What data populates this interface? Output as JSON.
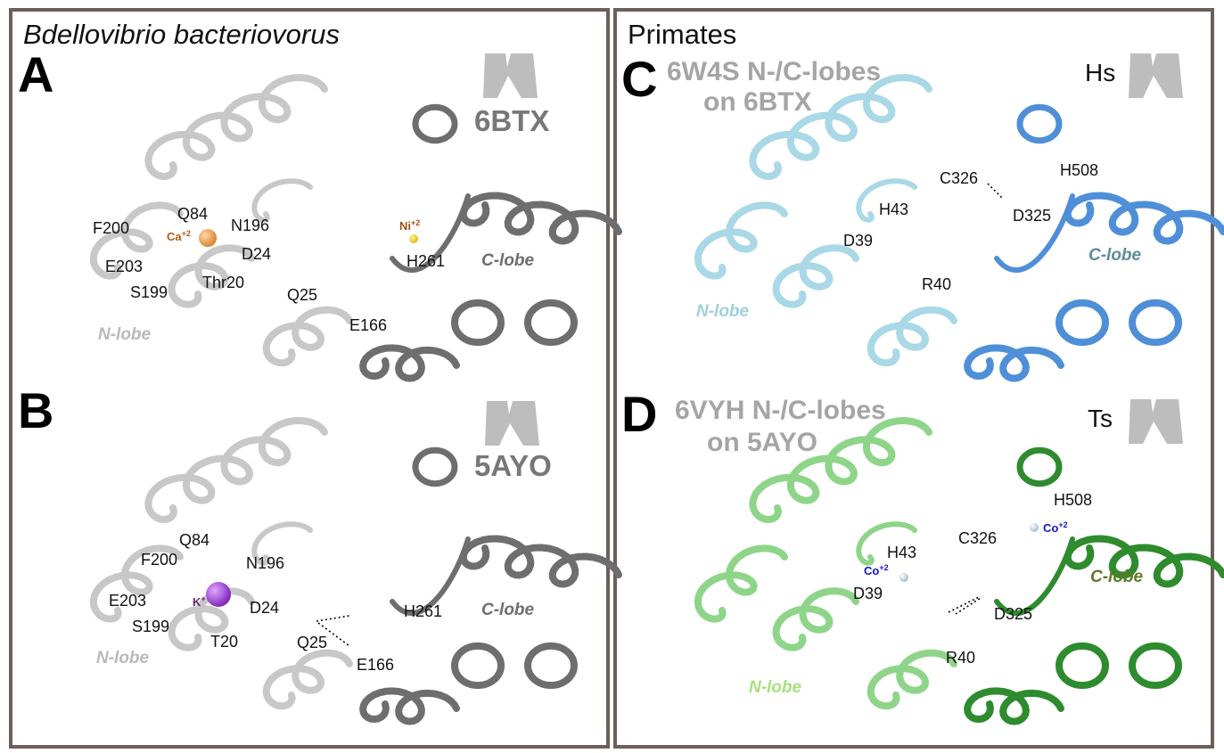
{
  "groups": {
    "left_title": "Bdellovibrio bacteriovorus",
    "right_title": "Primates"
  },
  "panels": {
    "A": {
      "letter": "A",
      "pdb": "6BTX",
      "residues": [
        "F200",
        "Q84",
        "N196",
        "E203",
        "D24",
        "S199",
        "Thr20",
        "Q25",
        "E166",
        "H261"
      ],
      "ions": [
        {
          "symbol": "Ca",
          "charge": "+2"
        },
        {
          "symbol": "Ni",
          "charge": "+2"
        }
      ],
      "n_lobe": "N-lobe",
      "c_lobe": "C-lobe"
    },
    "B": {
      "letter": "B",
      "pdb": "5AYO",
      "residues": [
        "Q84",
        "F200",
        "N196",
        "E203",
        "D24",
        "S199",
        "T20",
        "Q25",
        "E166",
        "H261"
      ],
      "ions": [
        {
          "symbol": "K",
          "charge": "+"
        }
      ],
      "n_lobe": "N-lobe",
      "c_lobe": "C-lobe"
    },
    "C": {
      "letter": "C",
      "title_line1": "6W4S N-/C-lobes",
      "title_line2": "on 6BTX",
      "species": "Hs",
      "residues": [
        "C326",
        "H508",
        "H43",
        "D325",
        "D39",
        "R40"
      ],
      "n_lobe": "N-lobe",
      "c_lobe": "C-lobe"
    },
    "D": {
      "letter": "D",
      "title_line1": "6VYH N-/C-lobes",
      "title_line2": "on 5AYO",
      "species": "Ts",
      "residues": [
        "H508",
        "C326",
        "H43",
        "D39",
        "D325",
        "R40"
      ],
      "ions": [
        {
          "symbol": "Co",
          "charge": "+2"
        },
        {
          "symbol": "Co",
          "charge": "+2"
        }
      ],
      "n_lobe": "N-lobe",
      "c_lobe": "C-lobe"
    }
  },
  "colors": {
    "frame": "#6b5f5a",
    "helix_light": "#c8c8c8",
    "helix_dark": "#6e6e6e",
    "helix_c_light": "#a9d8e6",
    "helix_c_dark": "#4f8fd8",
    "helix_d_light": "#8ed58a",
    "helix_d_dark": "#2e8b2e",
    "calcium": "#e8943a",
    "nickel": "#f2d11b",
    "potassium": "#9b3fd1",
    "cobalt": "#c9dce9",
    "ion_label_ca": "#b35a16",
    "ion_label_ni": "#a0521b",
    "ion_label_k": "#6b1f7a",
    "ion_label_co": "#1414c8",
    "label_green": "#3ea51f",
    "label_blue": "#2222cc",
    "label_red": "#e22222",
    "lobe_grey": "#b9b9b9",
    "lobe_c_teal": "#5d8c9a",
    "lobe_c_light": "#9fd0df",
    "lobe_d_olive": "#5e7a25",
    "lobe_d_light": "#a8e07f"
  }
}
